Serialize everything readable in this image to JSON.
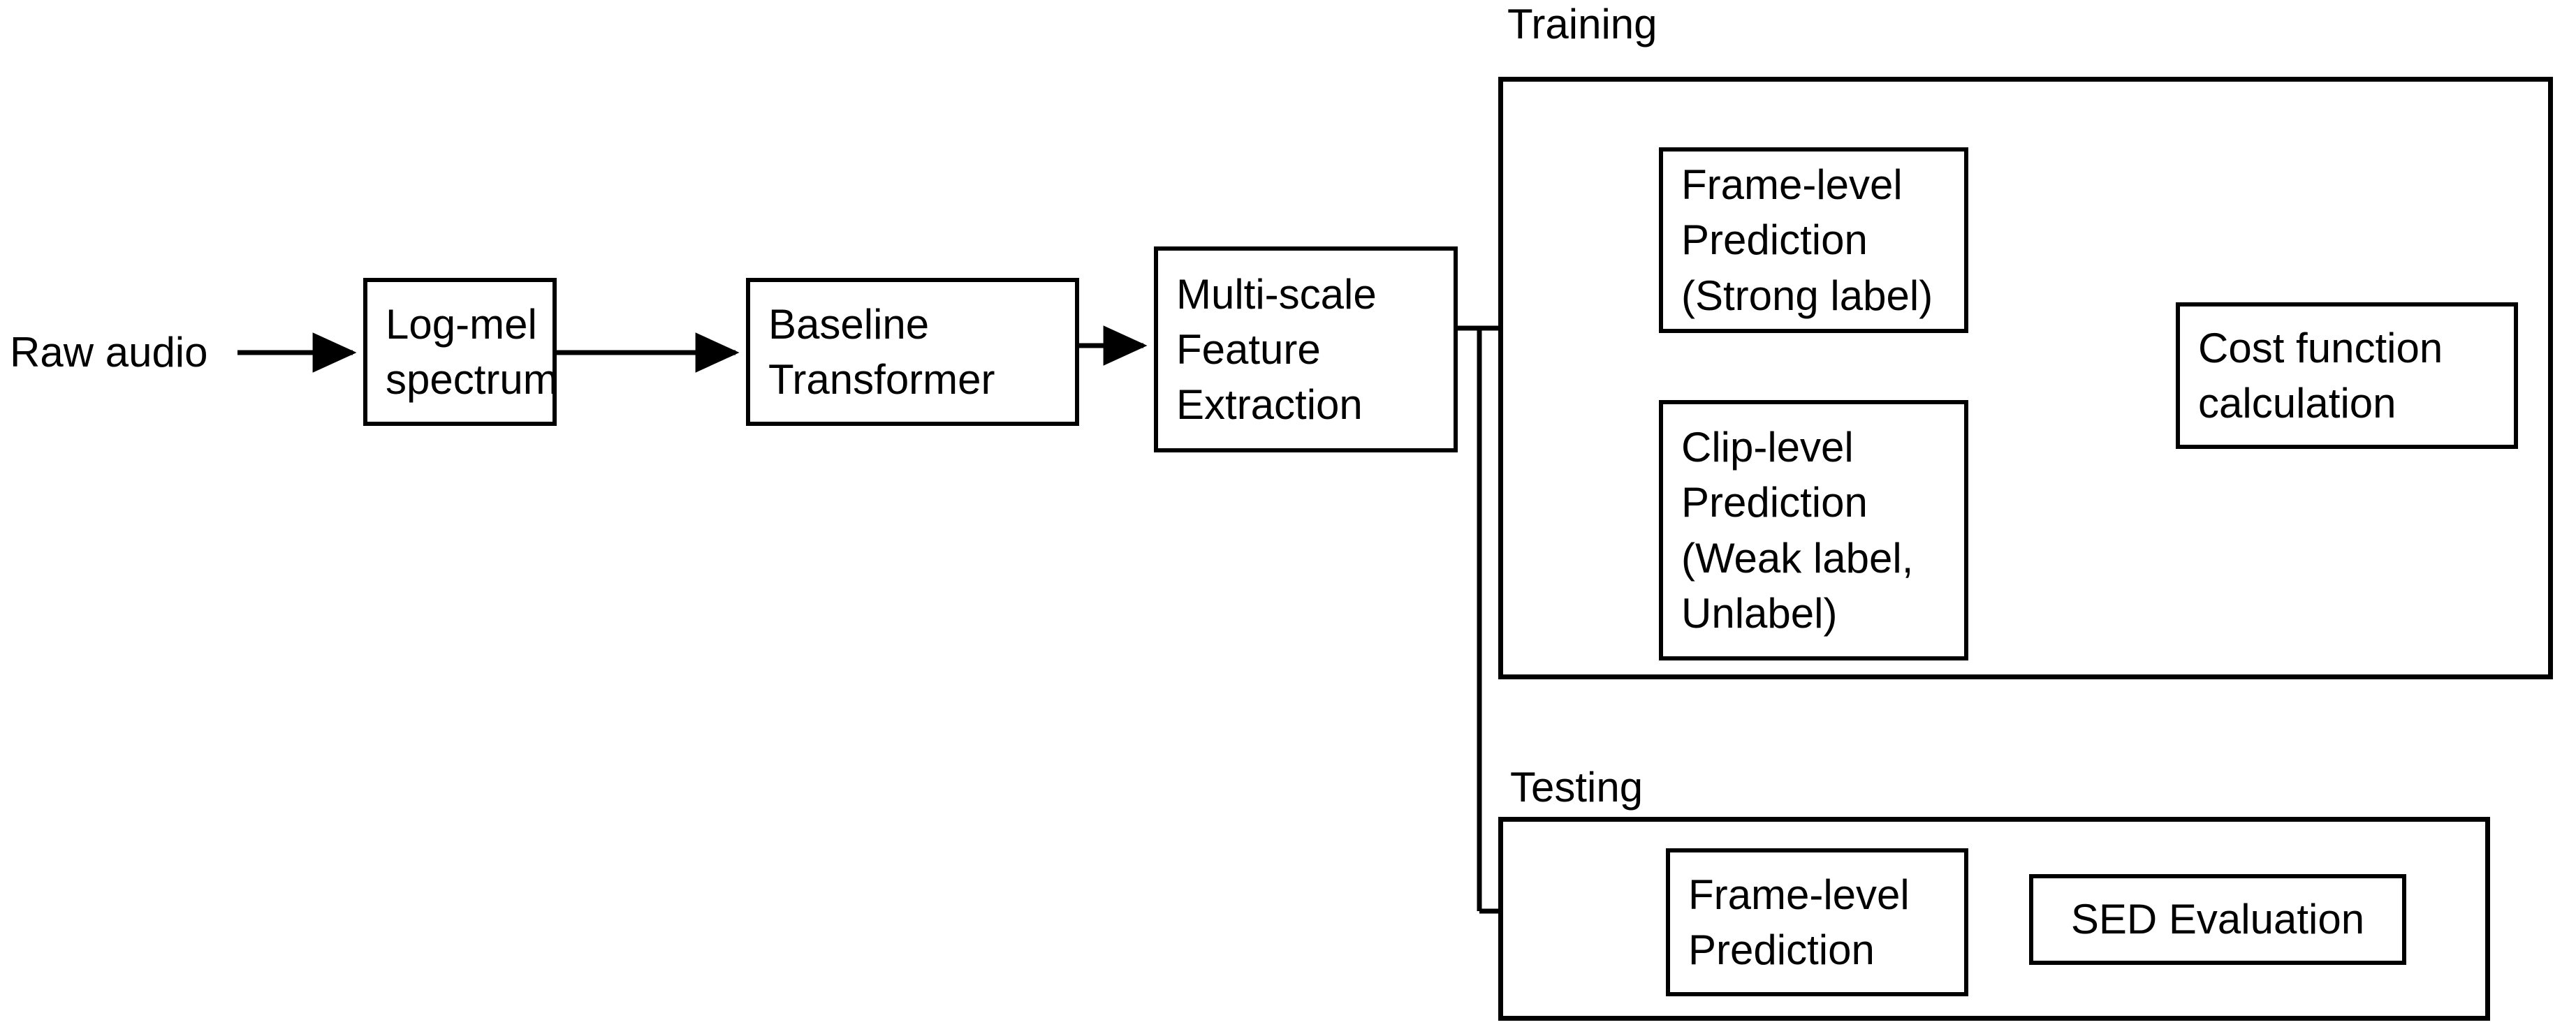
{
  "diagram": {
    "title": "Sound Event Detection system block diagram",
    "background_color": "#ffffff",
    "line_color": "#000000",
    "text_color": "#000000"
  },
  "input_label": {
    "text": "Raw audio"
  },
  "pipeline": {
    "log_mel": {
      "text": "Log-mel\nspectrum"
    },
    "baseline_transformer": {
      "text": "Baseline\nTransformer"
    },
    "multi_scale": {
      "text": "Multi-scale\nFeature\nExtraction"
    }
  },
  "training": {
    "label": "Training",
    "frame_level": {
      "text": "Frame-level\nPrediction\n(Strong label)"
    },
    "clip_level": {
      "text": "Clip-level\nPrediction\n(Weak label,\n Unlabel)"
    },
    "cost_function": {
      "text": "Cost function\ncalculation"
    }
  },
  "testing": {
    "label": "Testing",
    "frame_level": {
      "text": "Frame-level\nPrediction"
    },
    "sed_evaluation": {
      "text": "SED Evaluation"
    }
  },
  "connections": [
    {
      "from": "raw-audio-label",
      "to": "log-mel-node",
      "style": "arrow"
    },
    {
      "from": "log-mel-node",
      "to": "baseline-transformer-node",
      "style": "arrow"
    },
    {
      "from": "baseline-transformer-node",
      "to": "multi-scale-node",
      "style": "arrow"
    },
    {
      "from": "multi-scale-node",
      "to": "training-frame-level-node",
      "style": "elbow-arrow"
    },
    {
      "from": "multi-scale-node",
      "to": "training-clip-level-node",
      "style": "elbow-arrow"
    },
    {
      "from": "multi-scale-node",
      "to": "testing-frame-level-node",
      "style": "elbow-arrow"
    },
    {
      "from": "training-frame-level-node",
      "to": "cost-function-node",
      "style": "elbow-merge-arrow"
    },
    {
      "from": "training-clip-level-node",
      "to": "cost-function-node",
      "style": "elbow-merge-arrow"
    },
    {
      "from": "testing-frame-level-node",
      "to": "sed-evaluation-node",
      "style": "arrow"
    }
  ]
}
